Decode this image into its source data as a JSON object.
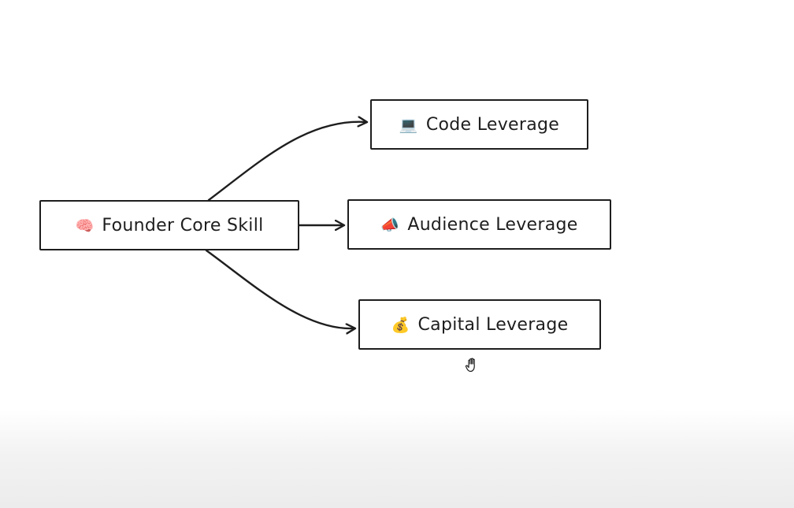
{
  "diagram": {
    "root": {
      "icon": "brain-icon",
      "emoji": "🧠",
      "label": "Founder Core Skill"
    },
    "children": [
      {
        "icon": "laptop-icon",
        "emoji": "💻",
        "label": "Code Leverage"
      },
      {
        "icon": "megaphone-icon",
        "emoji": "📣",
        "label": "Audience Leverage"
      },
      {
        "icon": "money-bag-icon",
        "emoji": "💰",
        "label": "Capital Leverage"
      }
    ]
  },
  "colors": {
    "stroke": "#1e1e1e",
    "node_fill": "#ffffff",
    "background": "#ffffff"
  },
  "cursor": {
    "icon": "grab-hand-icon"
  }
}
